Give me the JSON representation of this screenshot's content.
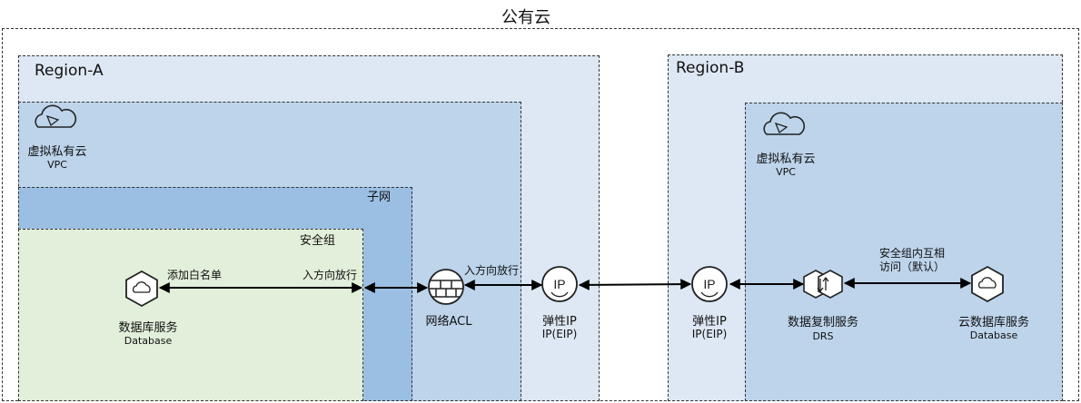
{
  "public_cloud": {
    "title": "公有云"
  },
  "region_a": {
    "title": "Region-A",
    "vpc": {
      "name": "虚拟私有云",
      "sub": "VPC"
    },
    "subnet": {
      "title": "子网"
    },
    "security_group": {
      "title": "安全组"
    },
    "database": {
      "name": "数据库服务",
      "sub": "Database"
    },
    "whitelist_label": "添加白名单",
    "inbound_label_sg": "入方向放行",
    "acl": {
      "name": "网络ACL"
    },
    "inbound_label_acl": "入方向放行",
    "eip": {
      "name": "弹性IP",
      "sub": "IP(EIP)"
    }
  },
  "region_b": {
    "title": "Region-B",
    "vpc": {
      "name": "虚拟私有云",
      "sub": "VPC"
    },
    "eip": {
      "name": "弹性IP",
      "sub": "IP(EIP)"
    },
    "drs": {
      "name": "数据复制服务",
      "sub": "DRS"
    },
    "sg_label_line1": "安全组内互相",
    "sg_label_line2": "访问（默认）",
    "cloud_db": {
      "name": "云数据库服务",
      "sub": "Database"
    }
  },
  "icons": {
    "vpc": "cloud-icon",
    "database": "database-hexagon-icon",
    "acl": "firewall-icon",
    "eip": "ip-icon",
    "drs": "replication-icon"
  },
  "colors": {
    "region_bg": "#dde8f4",
    "vpc_bg": "#bdd4eb",
    "subnet_bg": "#9bbfe3",
    "sg_bg": "#e2efda"
  }
}
